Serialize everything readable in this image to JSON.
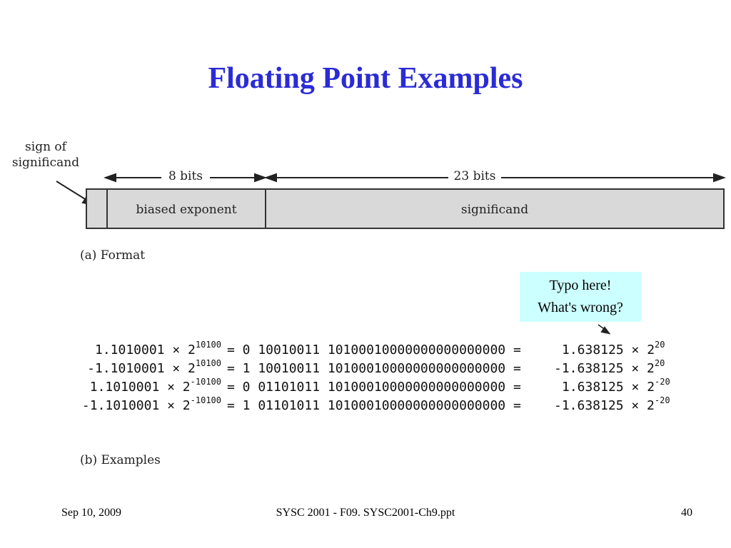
{
  "slide": {
    "title": "Floating Point Examples"
  },
  "format_diagram": {
    "sign_label_line1": "sign of",
    "sign_label_line2": "significand",
    "exponent_width_label": "8 bits",
    "significand_width_label": "23 bits",
    "exponent_field": "biased exponent",
    "significand_field": "significand",
    "caption": "(a) Format"
  },
  "callout": {
    "line1": "Typo here!",
    "line2": "What's wrong?",
    "background": "#ccffff"
  },
  "examples": {
    "rows": [
      {
        "lhs": "1.1010001 × 2",
        "lhs_exp": "10100",
        "bits": "= 0 10010011 10100010000000000000000 =",
        "rhs": "1.638125 × 2",
        "rhs_exp": "20"
      },
      {
        "lhs": "-1.1010001 × 2",
        "lhs_exp": "10100",
        "bits": "= 1 10010011 10100010000000000000000 =",
        "rhs": "-1.638125 × 2",
        "rhs_exp": "20"
      },
      {
        "lhs": "1.1010001 × 2",
        "lhs_exp": "-10100",
        "bits": "= 0 01101011 10100010000000000000000 =",
        "rhs": "1.638125 × 2",
        "rhs_exp": "-20"
      },
      {
        "lhs": "-1.1010001 × 2",
        "lhs_exp": "-10100",
        "bits": "= 1 01101011 10100010000000000000000 =",
        "rhs": "-1.638125 × 2",
        "rhs_exp": "-20"
      }
    ],
    "caption": "(b) Examples"
  },
  "footer": {
    "date": "Sep 10, 2009",
    "course": "SYSC 2001 - F09. SYSC2001-Ch9.ppt",
    "page": "40"
  },
  "colors": {
    "title": "#2b2bd6",
    "field_fill": "#d9d9d9"
  }
}
